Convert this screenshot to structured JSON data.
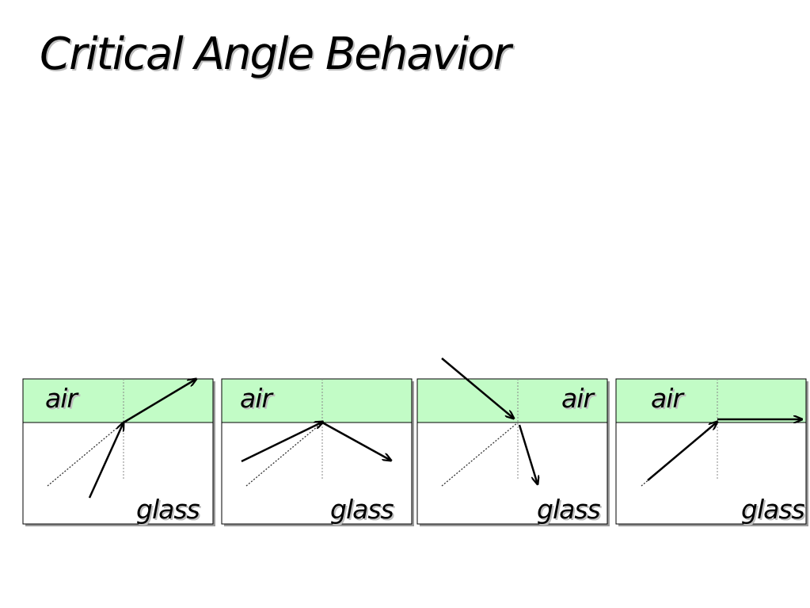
{
  "slide": {
    "title": "Critical Angle Behavior",
    "air_color": "#c2fcc6",
    "glass_color": "#ffffff"
  },
  "panels": [
    {
      "air_label": "air",
      "glass_label": "glass"
    },
    {
      "air_label": "air",
      "glass_label": "glass"
    },
    {
      "air_label": "air",
      "glass_label": "glass"
    },
    {
      "air_label": "air",
      "glass_label": "glass"
    }
  ]
}
